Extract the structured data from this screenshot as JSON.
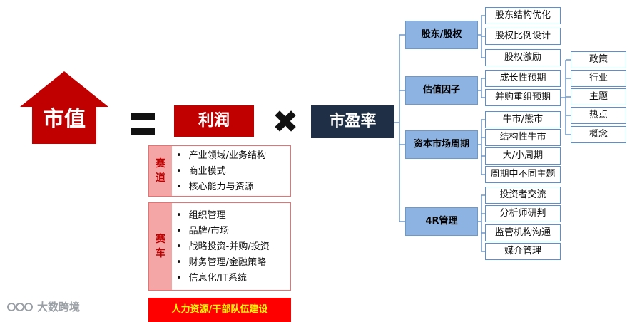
{
  "equation": {
    "market_value": "市值",
    "profit": "利润",
    "pe_ratio": "市盈率"
  },
  "track": {
    "label": "赛道",
    "items": [
      "产业领域/业务结构",
      "商业模式",
      "核心能力与资源"
    ]
  },
  "car": {
    "label": "赛车",
    "items": [
      "组织管理",
      "品牌/市场",
      "战略投资-并购/投资",
      "财务管理/金融策略",
      "信息化/IT系统"
    ]
  },
  "foundation": "人力资源/干部队伍建设",
  "categories": [
    {
      "label": "股东/股权",
      "items": [
        "股东结构优化",
        "股权比例设计",
        "股权激励"
      ]
    },
    {
      "label": "估值因子",
      "items": [
        "成长性预期",
        "并购重组预期"
      ]
    },
    {
      "label": "资本市场周期",
      "items": [
        "牛市/熊市",
        "结构性牛市",
        "大/小周期",
        "周期中不同主题"
      ]
    },
    {
      "label": "4R管理",
      "items": [
        "投资者交流",
        "分析师研判",
        "监管机构沟通",
        "媒介管理"
      ]
    }
  ],
  "themes": [
    "政策",
    "行业",
    "主题",
    "热点",
    "概念"
  ],
  "watermark": "大数跨境",
  "colors": {
    "red": "#c00000",
    "navy": "#1f2f45",
    "category_blue": "#8db3e2",
    "border_blue": "#5b8fd0",
    "pink": "#f4a6a6",
    "foundation_red": "#ff0000",
    "foundation_text": "#ffff00"
  }
}
